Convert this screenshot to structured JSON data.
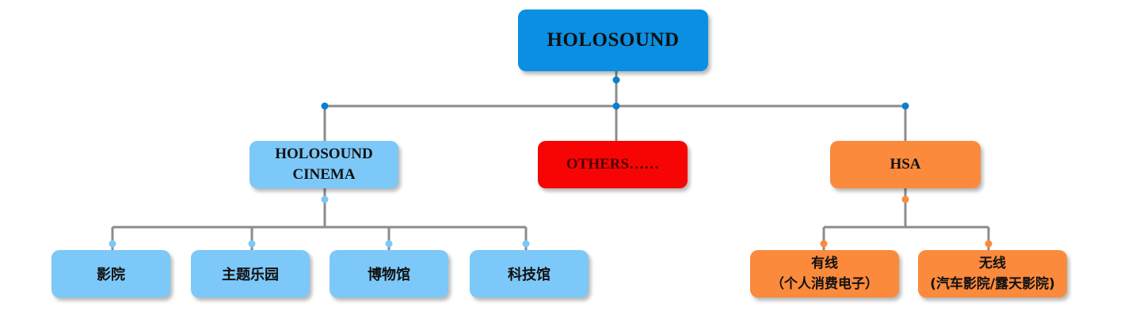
{
  "root": {
    "label": "HOLOSOUND",
    "color": "#0a8fe3"
  },
  "level1": {
    "cinema": {
      "line1": "HOLOSOUND",
      "line2": "CINEMA",
      "color": "#7cc8f8"
    },
    "others": {
      "label": "OTHERS……",
      "color": "#f70505"
    },
    "hsa": {
      "label": "HSA",
      "color": "#fb8a3c"
    }
  },
  "cinema_children": [
    {
      "label": "影院"
    },
    {
      "label": "主题乐园"
    },
    {
      "label": "博物馆"
    },
    {
      "label": "科技馆"
    }
  ],
  "hsa_children": [
    {
      "line1": "有线",
      "line2": "（个人消费电子）"
    },
    {
      "line1": "无线",
      "line2": "(汽车影院/露天影院)"
    }
  ],
  "colors": {
    "connector": "#8c8c8c",
    "dot_dark": "#0a7fd0",
    "dot_light": "#7cc8f8",
    "dot_orange": "#fb8a3c"
  }
}
